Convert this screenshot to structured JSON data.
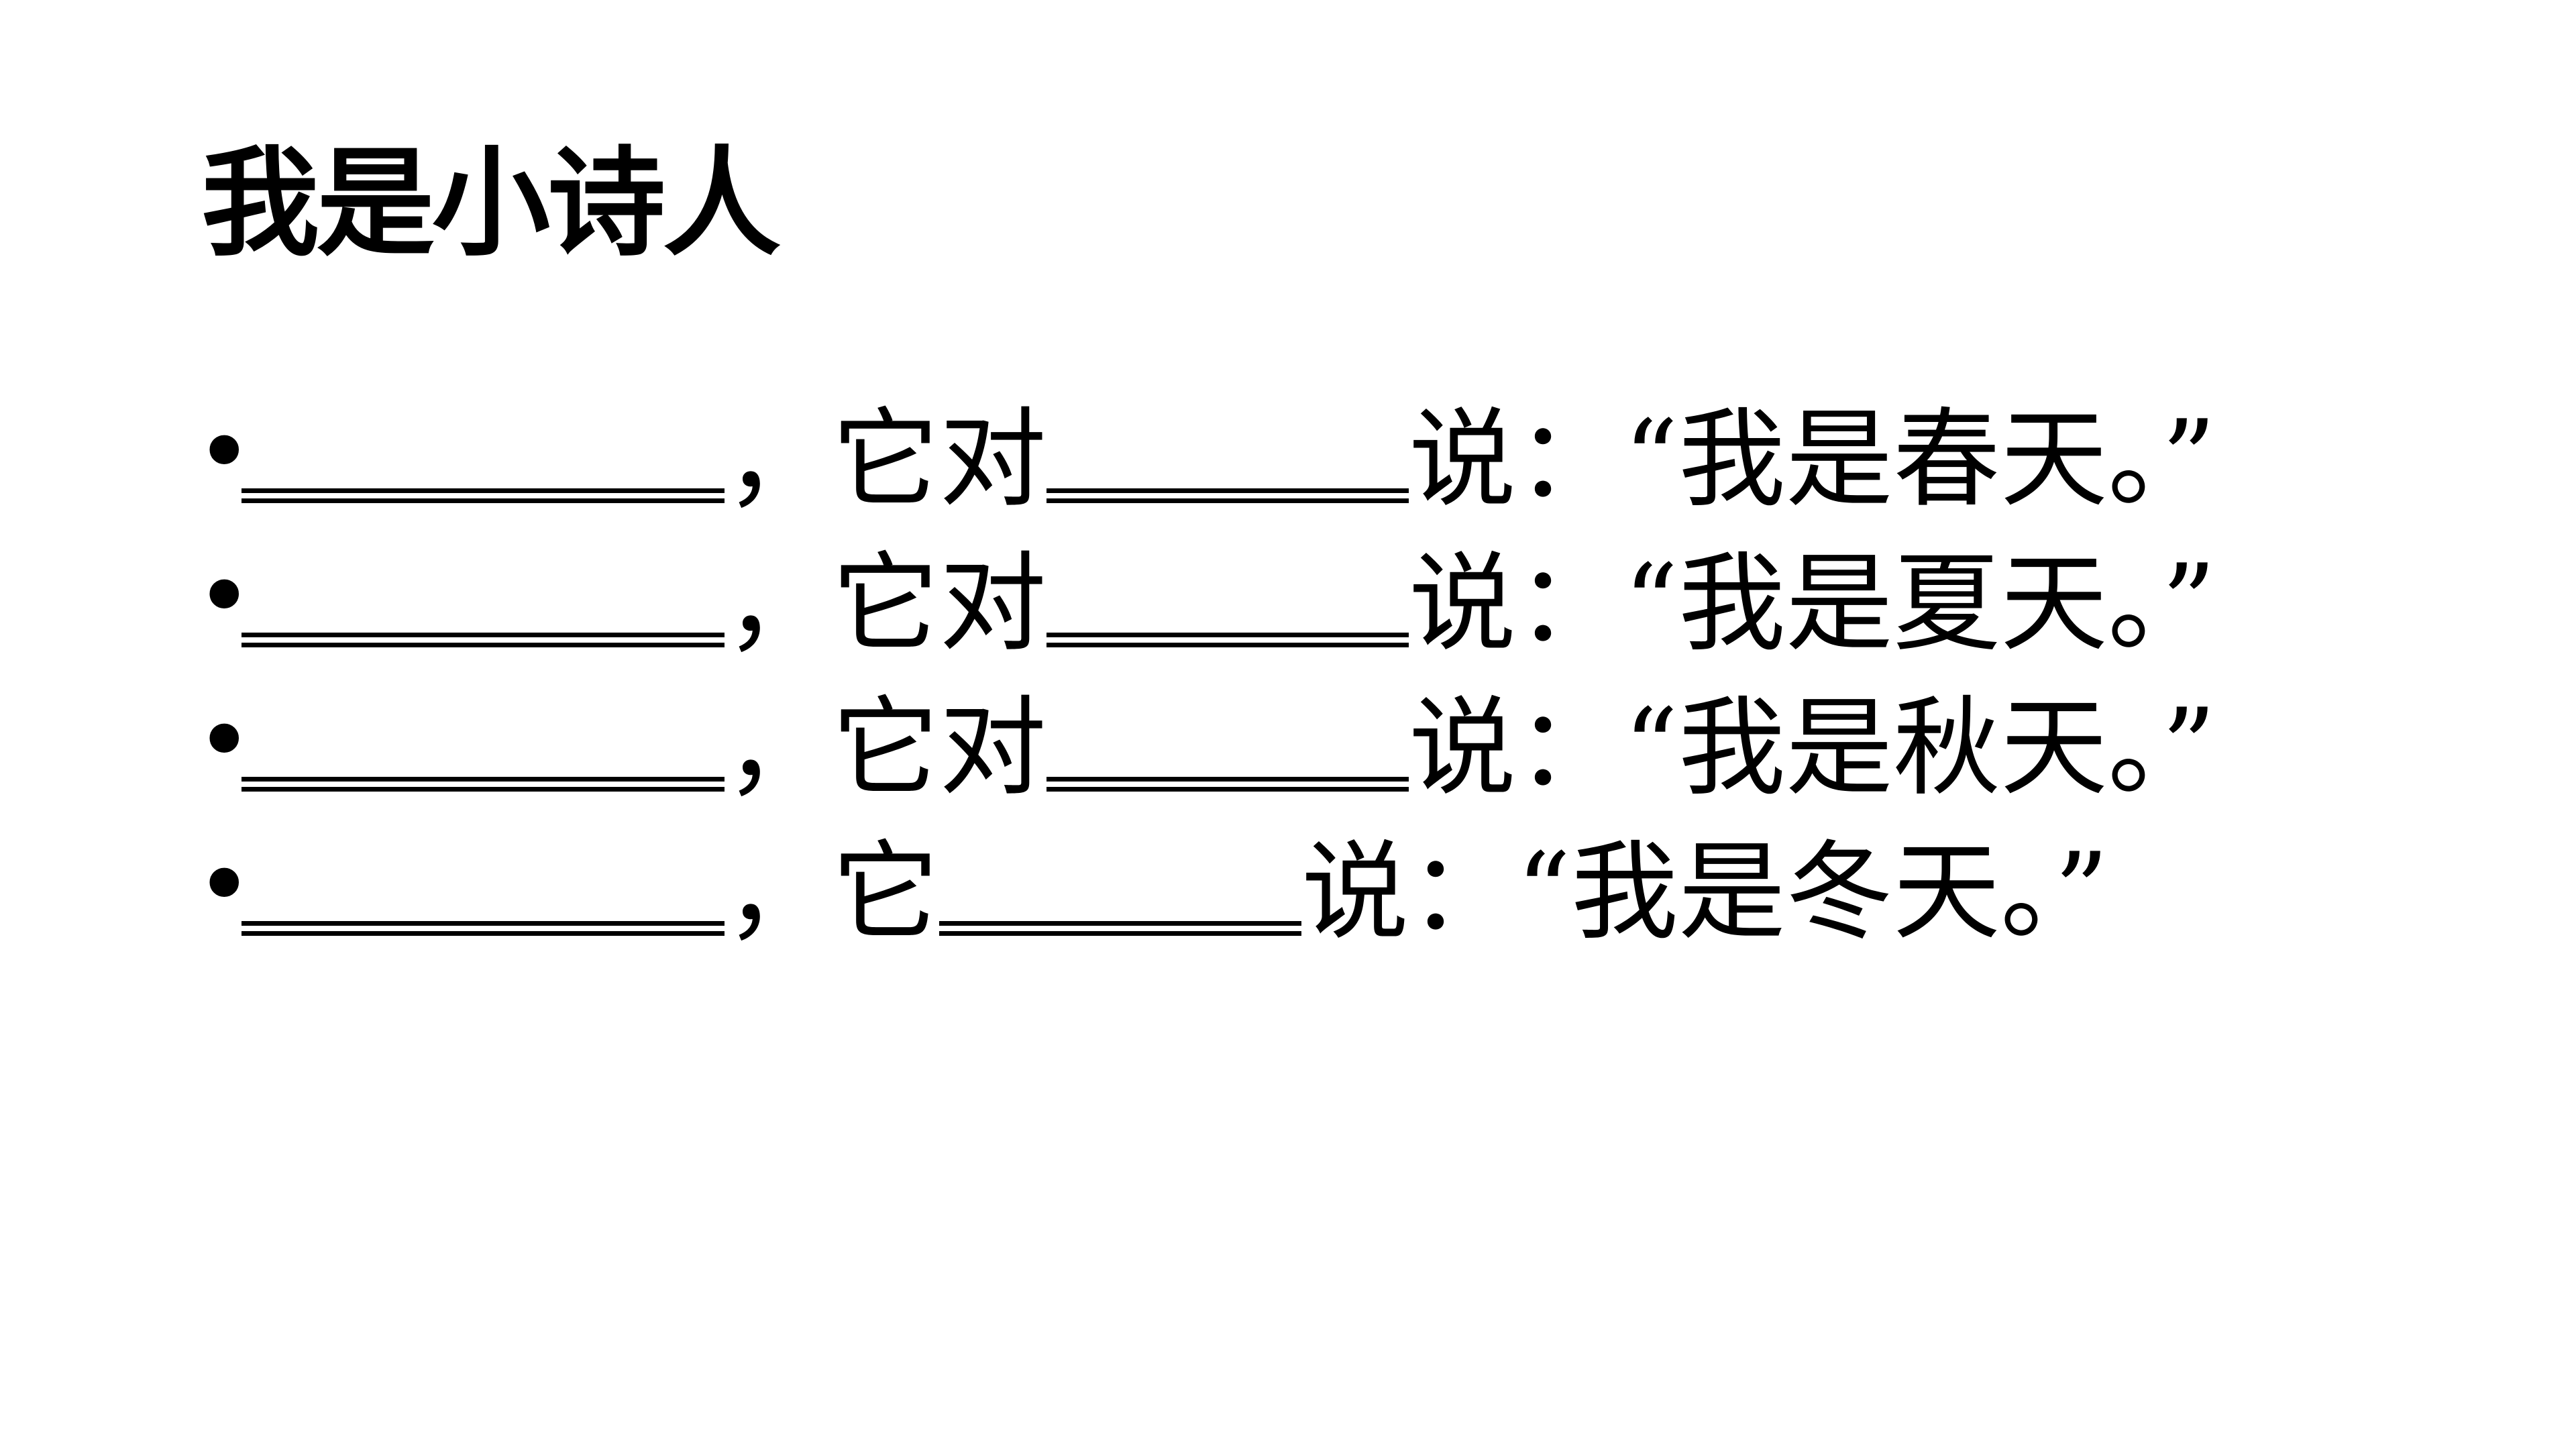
{
  "title": "我是小诗人",
  "bullet_char": "•",
  "lines": [
    {
      "sep": "，",
      "prefix": "它对",
      "suffix": "说：“我是春天。”"
    },
    {
      "sep": "，",
      "prefix": "它对",
      "suffix": "说：“我是夏天。”"
    },
    {
      "sep": "，",
      "prefix": "它对",
      "suffix": "说：“我是秋天。”"
    },
    {
      "sep": "，",
      "prefix": "它",
      "suffix": "说：“我是冬天。”"
    }
  ]
}
